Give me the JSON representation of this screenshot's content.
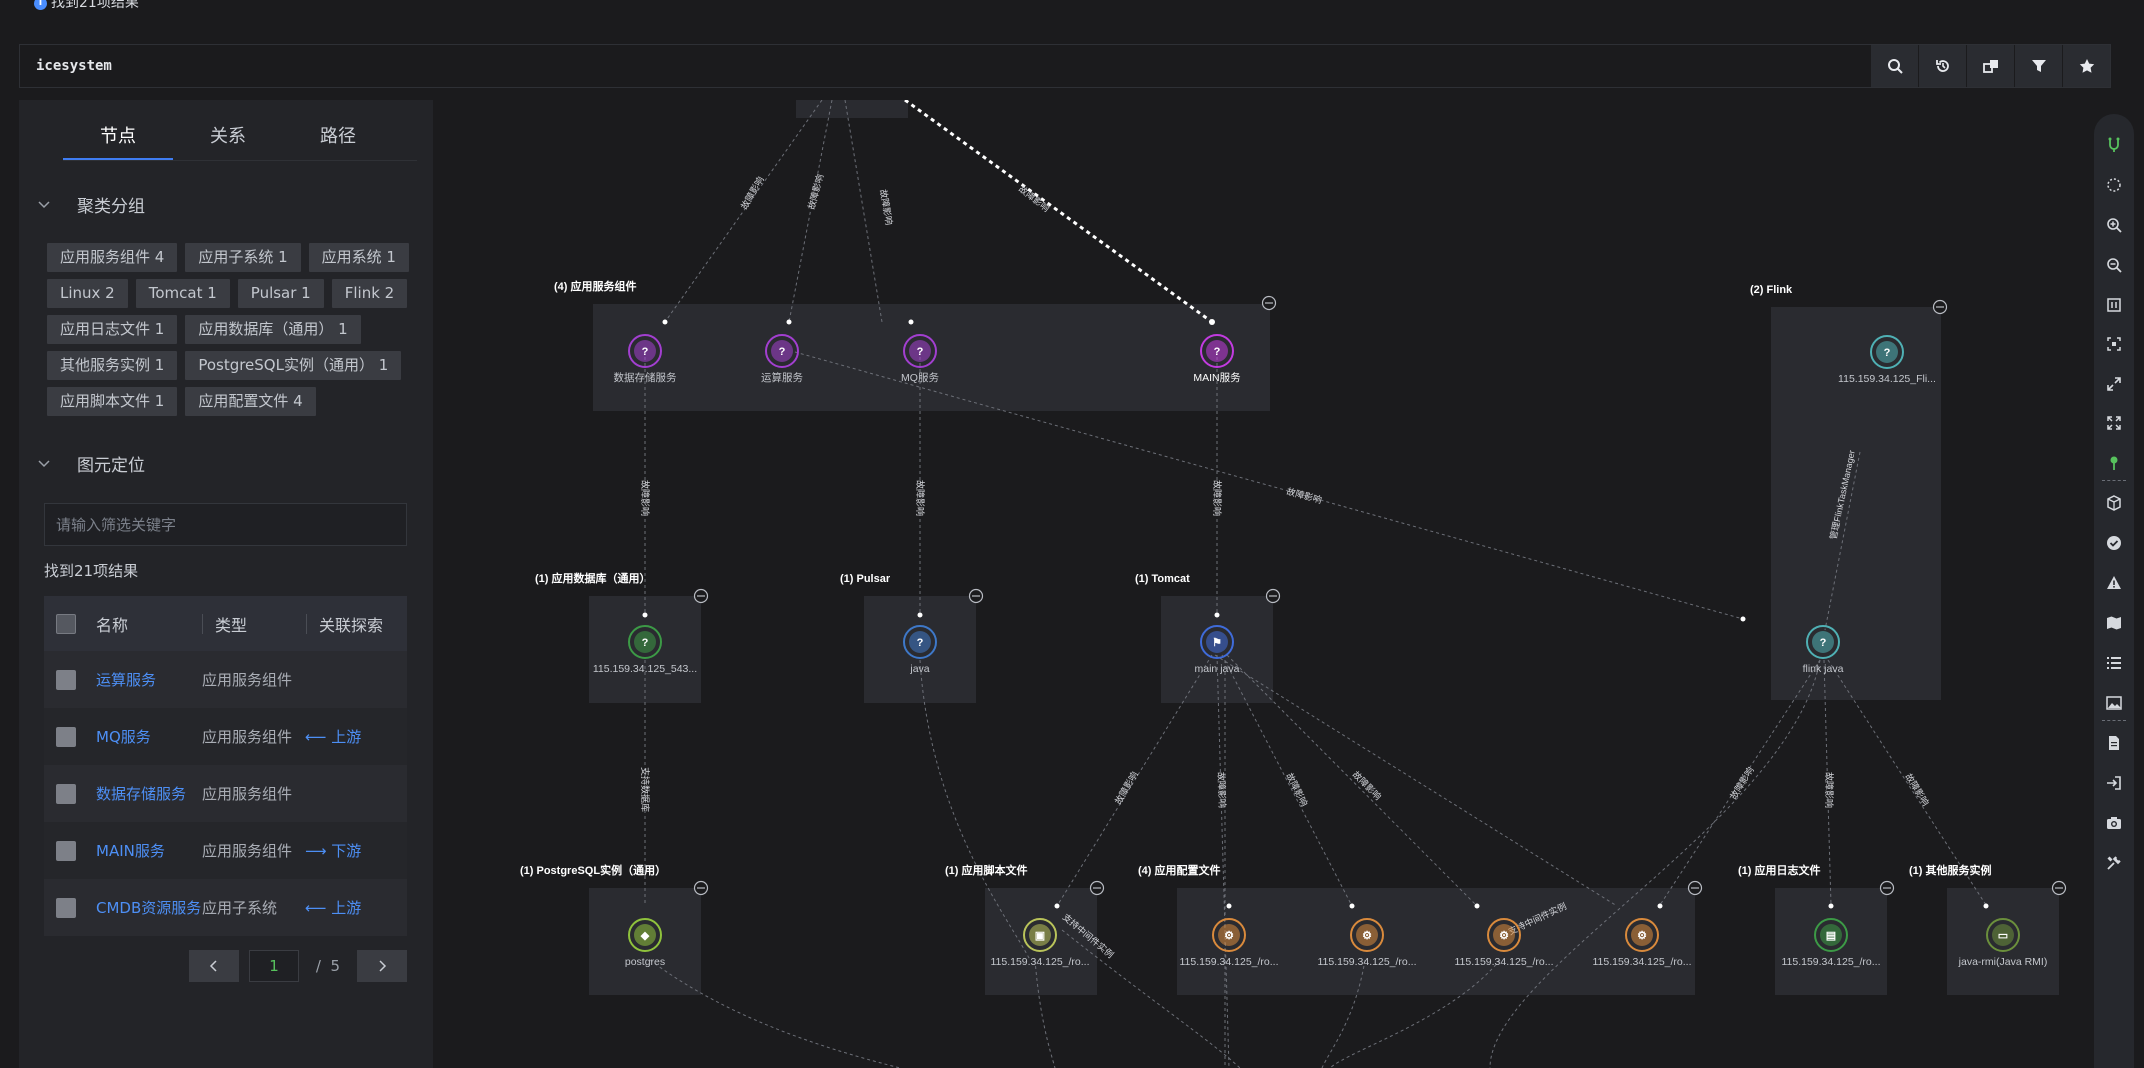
{
  "top_banner": {
    "text": "找到21项结果"
  },
  "search": {
    "query": "icesystem"
  },
  "search_buttons": [
    "search-icon",
    "history-icon",
    "compare-icon",
    "filter-icon",
    "favorite-icon"
  ],
  "tabs": [
    {
      "label": "节点",
      "active": true
    },
    {
      "label": "关系",
      "active": false
    },
    {
      "label": "路径",
      "active": false
    }
  ],
  "cluster": {
    "title": "聚类分组",
    "tags": [
      "应用服务组件 4",
      "应用子系统 1",
      "应用系统 1",
      "Linux 2",
      "Tomcat 1",
      "Pulsar 1",
      "Flink 2",
      "应用日志文件 1",
      "应用数据库（通用） 1",
      "其他服务实例 1",
      "PostgreSQL实例（通用） 1",
      "应用脚本文件 1",
      "应用配置文件 4"
    ]
  },
  "locate": {
    "title": "图元定位",
    "placeholder": "请输入筛选关键字",
    "found_text": "找到21项结果"
  },
  "table": {
    "headers": {
      "name": "名称",
      "type": "类型",
      "rel": "关联探索"
    },
    "rows": [
      {
        "name": "运算服务",
        "type": "应用服务组件",
        "rel": ""
      },
      {
        "name": "MQ服务",
        "type": "应用服务组件",
        "rel": "⟵ 上游"
      },
      {
        "name": "数据存储服务",
        "type": "应用服务组件",
        "rel": ""
      },
      {
        "name": "MAIN服务",
        "type": "应用服务组件",
        "rel": "⟶ 下游"
      },
      {
        "name": "CMDB资源服务",
        "type": "应用子系统",
        "rel": "⟵ 上游"
      }
    ]
  },
  "pager": {
    "current": "1",
    "slash": "/",
    "total": "5"
  },
  "graph": {
    "groups": [
      {
        "id": "g-app",
        "label": "(4) 应用服务组件"
      },
      {
        "id": "g-flink",
        "label": "(2) Flink"
      },
      {
        "id": "g-db",
        "label": "(1) 应用数据库（通用）"
      },
      {
        "id": "g-pulsar",
        "label": "(1) Pulsar"
      },
      {
        "id": "g-tomcat",
        "label": "(1) Tomcat"
      },
      {
        "id": "g-pg",
        "label": "(1) PostgreSQL实例（通用）"
      },
      {
        "id": "g-script",
        "label": "(1) 应用脚本文件"
      },
      {
        "id": "g-conf",
        "label": "(4) 应用配置文件"
      },
      {
        "id": "g-log",
        "label": "(1) 应用日志文件"
      },
      {
        "id": "g-other",
        "label": "(1) 其他服务实例"
      }
    ],
    "nodes": [
      {
        "id": "n-ds",
        "label": "数据存储服务",
        "color": "#a23fd0",
        "icon": "question-icon"
      },
      {
        "id": "n-calc",
        "label": "运算服务",
        "color": "#a23fd0",
        "icon": "question-icon"
      },
      {
        "id": "n-mq",
        "label": "MQ服务",
        "color": "#a23fd0",
        "icon": "question-icon"
      },
      {
        "id": "n-main",
        "label": "MAIN服务",
        "color": "#c23be0",
        "icon": "question-icon"
      },
      {
        "id": "n-flink1",
        "label": "115.159.34.125_Fli...",
        "color": "#4fb0b4",
        "icon": "question-icon"
      },
      {
        "id": "n-db",
        "label": "115.159.34.125_543...",
        "color": "#3c9a46",
        "icon": "question-icon"
      },
      {
        "id": "n-java",
        "label": "java",
        "color": "#3e78c8",
        "icon": "question-icon"
      },
      {
        "id": "n-mainjava",
        "label": "main java",
        "color": "#3f6bd9",
        "icon": "tomcat-icon"
      },
      {
        "id": "n-flinkjava",
        "label": "flink java",
        "color": "#4fb0b4",
        "icon": "question-icon"
      },
      {
        "id": "n-pg",
        "label": "postgres",
        "color": "#8fc23c",
        "icon": "postgres-icon"
      },
      {
        "id": "n-script",
        "label": "115.159.34.125_/ro...",
        "color": "#b9c35a",
        "icon": "terminal-icon"
      },
      {
        "id": "n-conf1",
        "label": "115.159.34.125_/ro...",
        "color": "#d98a3c",
        "icon": "config-icon"
      },
      {
        "id": "n-conf2",
        "label": "115.159.34.125_/ro...",
        "color": "#d98a3c",
        "icon": "config-icon"
      },
      {
        "id": "n-conf3",
        "label": "115.159.34.125_/ro...",
        "color": "#d98a3c",
        "icon": "config-icon"
      },
      {
        "id": "n-conf4",
        "label": "115.159.34.125_/ro...",
        "color": "#d98a3c",
        "icon": "config-icon"
      },
      {
        "id": "n-log",
        "label": "115.159.34.125_/ro...",
        "color": "#3c9a46",
        "icon": "log-icon"
      },
      {
        "id": "n-rmi",
        "label": "java-rmi(Java RMI)",
        "color": "#6b8f3c",
        "icon": "service-icon"
      }
    ],
    "edge_labels": [
      "故障影响",
      "故障影响",
      "故障影响",
      "故障影响",
      "故障影响",
      "故障影响",
      "故障影响",
      "故障影响",
      "支持数据库",
      "故障影响",
      "故障影响",
      "故障影响",
      "故障影响",
      "故障影响",
      "故障影响",
      "故障影响",
      "管理FlinkTaskManager",
      "支持中间件实例",
      "支持中间件实例"
    ]
  },
  "toolbar": [
    "branch-icon",
    "layout-icon",
    "zoom-in-icon",
    "zoom-out-icon",
    "fit-icon",
    "center-icon",
    "expand-icon",
    "fullscreen-icon",
    "pin-icon",
    "box-icon",
    "check-icon",
    "alert-icon",
    "map-icon",
    "list-icon",
    "image-icon",
    "document-icon",
    "login-icon",
    "camera-icon",
    "tools-icon"
  ]
}
